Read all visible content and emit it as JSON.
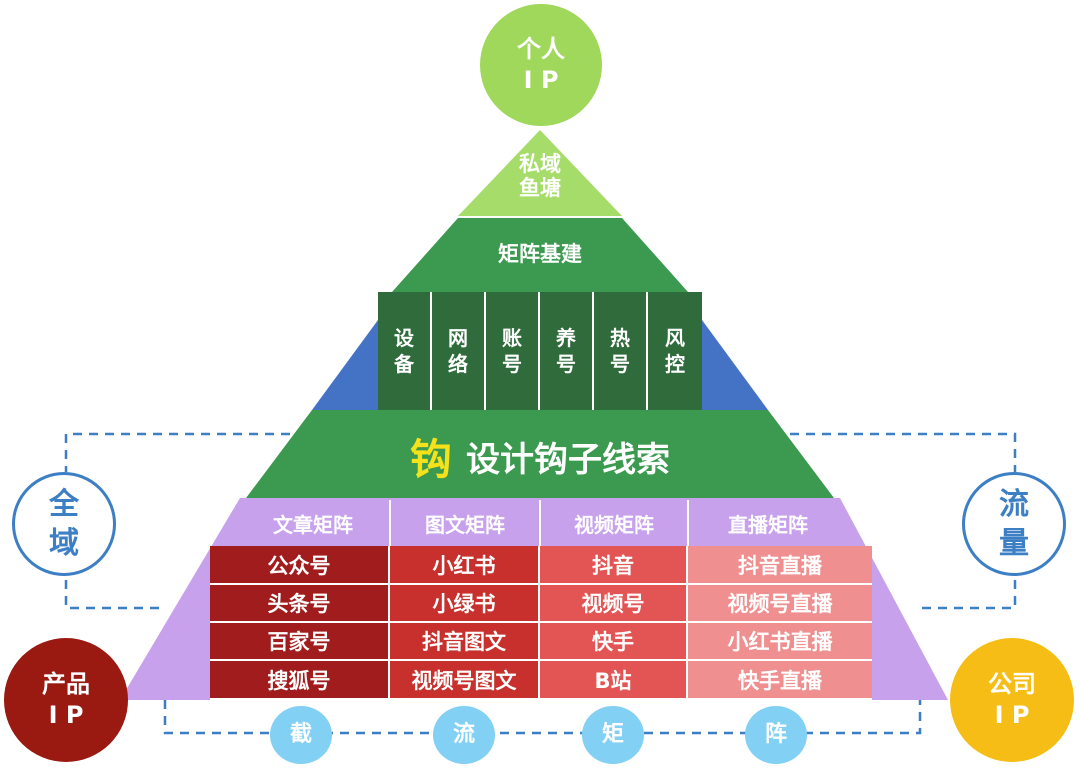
{
  "top_circle": {
    "text": "个人\nI P",
    "color": "#9fd85b"
  },
  "private_domain": {
    "line1": "私域",
    "line2": "鱼塘"
  },
  "matrix_build": {
    "label": "矩阵基建"
  },
  "infrastructure": [
    "设\n备",
    "网\n络",
    "账\n号",
    "养\n号",
    "热\n号",
    "风\n控"
  ],
  "hook": {
    "icon_char": "钩",
    "label": "设计钩子线索"
  },
  "columns": [
    {
      "header": "文章矩阵",
      "items": [
        "公众号",
        "头条号",
        "百家号",
        "搜狐号"
      ]
    },
    {
      "header": "图文矩阵",
      "items": [
        "小红书",
        "小绿书",
        "抖音图文",
        "视频号图文"
      ]
    },
    {
      "header": "视频矩阵",
      "items": [
        "抖音",
        "视频号",
        "快手",
        "B站"
      ]
    },
    {
      "header": "直播矩阵",
      "items": [
        "抖音直播",
        "视频号直播",
        "小红书直播",
        "快手直播"
      ]
    }
  ],
  "left_side": {
    "text": "全\n域"
  },
  "right_side": {
    "text": "流\n量"
  },
  "product_ip": {
    "text": "产品\nI P"
  },
  "company_ip": {
    "text": "公司\nI P"
  },
  "bottom_steps": [
    "截",
    "流",
    "矩",
    "阵"
  ],
  "colors": {
    "light_green": "#a6dc6a",
    "mid_green": "#3b9a4f",
    "dark_green": "#2f6b3b",
    "blue": "#4472c4",
    "purple": "#c7a1ec",
    "col1": "#a11d1d",
    "col2": "#c7302c",
    "col3": "#e35554",
    "col4": "#ef8f8f",
    "product_ip": "#9a1a12",
    "company_ip": "#f6bd16",
    "step_circle": "#83d0f5",
    "outline_blue": "#3d7fc4"
  }
}
